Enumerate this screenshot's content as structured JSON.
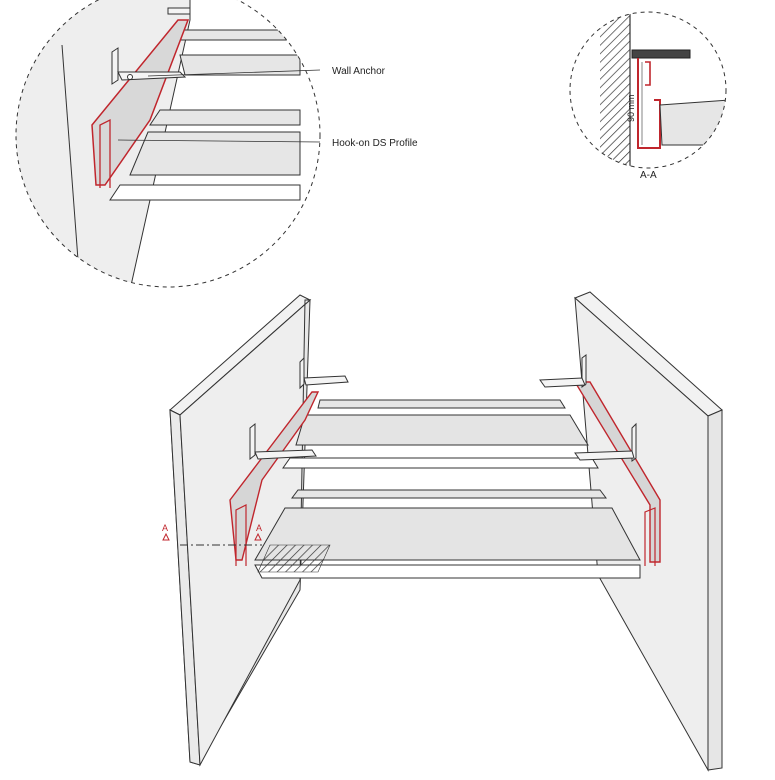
{
  "detail": {
    "wall_anchor_label": "Wall Anchor",
    "hook_on_profile_label": "Hook-on DS Profile"
  },
  "section": {
    "title": "A-A",
    "dimension": "90 mm"
  },
  "main": {
    "cut_marker_left": "A",
    "cut_marker_right": "A"
  },
  "colors": {
    "profile_red": "#c0262d",
    "wall_fill": "#eeeeee",
    "panel_fill": "#e4e4e4",
    "line": "#333333"
  }
}
